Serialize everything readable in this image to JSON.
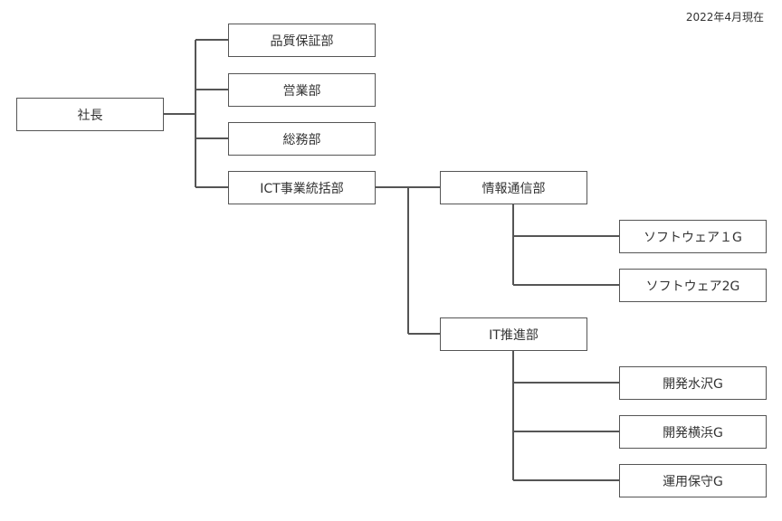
{
  "date": "2022年4月現在",
  "org": {
    "president": "社長",
    "quality": "品質保証部",
    "sales": "営業部",
    "general_affairs": "総務部",
    "ict": "ICT事業統括部",
    "info_comm": "情報通信部",
    "software1": "ソフトウェア１G",
    "software2": "ソフトウェア2G",
    "it_promotion": "IT推進部",
    "dev_mizusawa": "開発水沢G",
    "dev_yokohama": "開発横浜G",
    "operations": "運用保守G"
  }
}
